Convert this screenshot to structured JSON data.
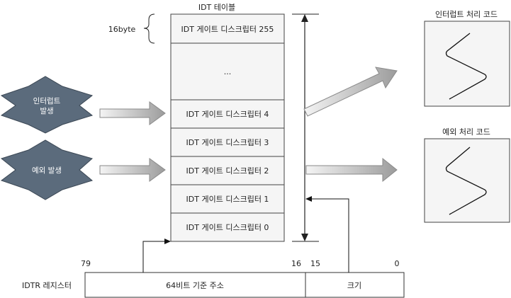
{
  "idt": {
    "title": "IDT 테이블",
    "size_label": "16byte",
    "entries": [
      "IDT 게이트 디스크립터 255",
      "...",
      "IDT 게이트 디스크립터 4",
      "IDT 게이트 디스크립터 3",
      "IDT 게이트 디스크립터 2",
      "IDT 게이트 디스크립터 1",
      "IDT 게이트 디스크립터 0"
    ]
  },
  "events": {
    "interrupt_line1": "인터럽트",
    "interrupt_line2": "발생",
    "exception": "예외 발생"
  },
  "handlers": {
    "interrupt": "인터럽트 처리 코드",
    "exception": "예외 처리 코드"
  },
  "idtr": {
    "label": "IDTR 레지스터",
    "base_field": "64비트 기준 주소",
    "limit_field": "크기",
    "bits": [
      "79",
      "16",
      "15",
      "0"
    ]
  },
  "colors": {
    "star_fill": "#5b6b7c",
    "table_fill": "#f5f5f5",
    "arrow_fill_light": "#f2f2f2",
    "arrow_fill_dark": "#9a9a9a"
  }
}
